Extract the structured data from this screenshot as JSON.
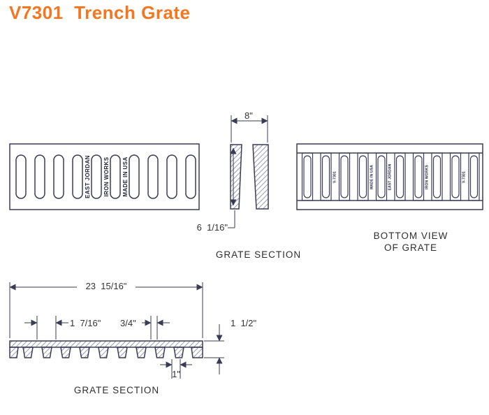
{
  "title": "V7301  Trench Grate",
  "colors": {
    "title_accent": "#F4761F",
    "line": "#3B3B54",
    "hatch": "#9A9AB4",
    "label_text": "#333333"
  },
  "plan_view": {
    "brand_labels": [
      "EAST JORDAN",
      "IRON WORKS",
      "MADE IN USA"
    ]
  },
  "grate_section": {
    "label": "GRATE SECTION",
    "dims": {
      "width_top": "8\"",
      "width_bottom": "6  1/16\""
    }
  },
  "bottom_view": {
    "label_line1": "BOTTOM VIEW",
    "label_line2": "OF GRATE",
    "cast_labels": [
      "V-7301",
      "MADE IN USA",
      "EAST JORDAN",
      "IRON WORKS",
      "V-7301"
    ]
  },
  "profile_section": {
    "label": "GRATE SECTION",
    "dims": {
      "overall_width": "23  15/16\"",
      "slot_pitch": "1  7/16\"",
      "bar_width": "3/4\"",
      "height": "1  1/2\"",
      "depth": "1\""
    }
  }
}
